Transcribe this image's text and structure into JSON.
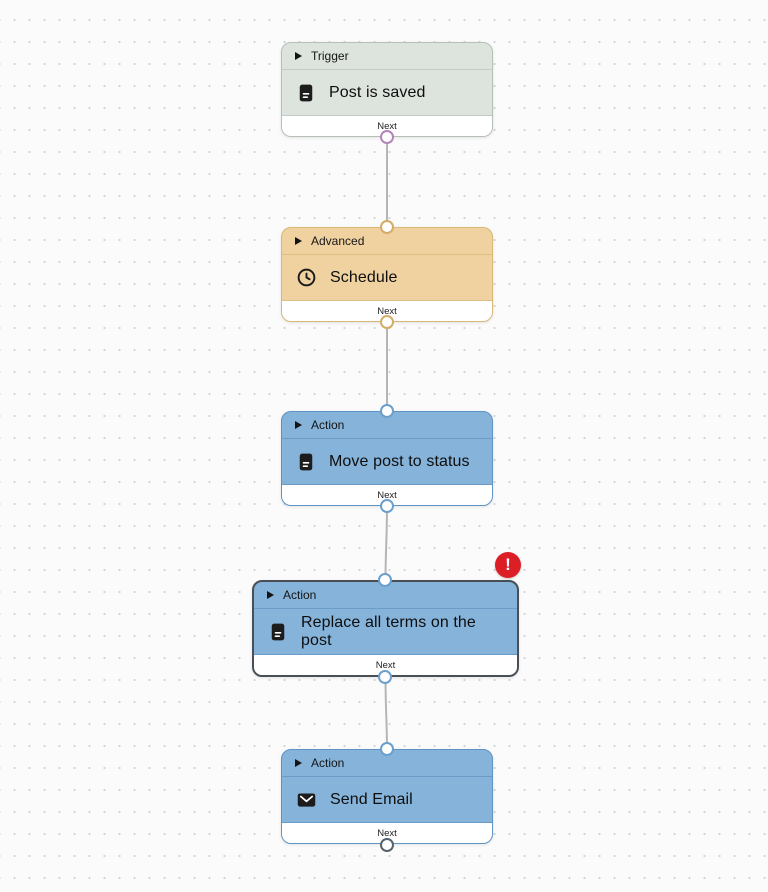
{
  "canvas": {
    "background_color": "#fbfbfb",
    "dot_color": "#d2d2d2",
    "connector_color": "#b5b5b5"
  },
  "nodes": [
    {
      "type": "trigger",
      "category_label": "Trigger",
      "title": "Post is saved",
      "icon": "document-icon",
      "footer_label": "Next",
      "color": "#dde3dd",
      "border_color": "#b6c0b6",
      "output_port_color": "#b285b8",
      "has_error": false
    },
    {
      "type": "advanced",
      "category_label": "Advanced",
      "title": "Schedule",
      "icon": "clock-icon",
      "footer_label": "Next",
      "color": "#f0d2a0",
      "border_color": "#d9b876",
      "input_port_color": "#d3ac67",
      "output_port_color": "#d3ac67",
      "has_error": false
    },
    {
      "type": "action",
      "category_label": "Action",
      "title": "Move post to status",
      "icon": "document-icon",
      "footer_label": "Next",
      "color": "#85b3d9",
      "border_color": "#5e93c3",
      "input_port_color": "#6b9fcd",
      "output_port_color": "#6b9fcd",
      "has_error": false
    },
    {
      "type": "action",
      "category_label": "Action",
      "title": "Replace all terms on the post",
      "icon": "document-icon",
      "footer_label": "Next",
      "color": "#85b3d9",
      "border_color": "#494f55",
      "input_port_color": "#6b9fcd",
      "output_port_color": "#6b9fcd",
      "has_error": true,
      "error_badge": {
        "glyph": "!",
        "color": "#dc1f26"
      }
    },
    {
      "type": "action",
      "category_label": "Action",
      "title": "Send Email",
      "icon": "mail-icon",
      "footer_label": "Next",
      "color": "#85b3d9",
      "border_color": "#5e93c3",
      "input_port_color": "#6b9fcd",
      "output_port_color": "#55616c",
      "has_error": false
    }
  ]
}
